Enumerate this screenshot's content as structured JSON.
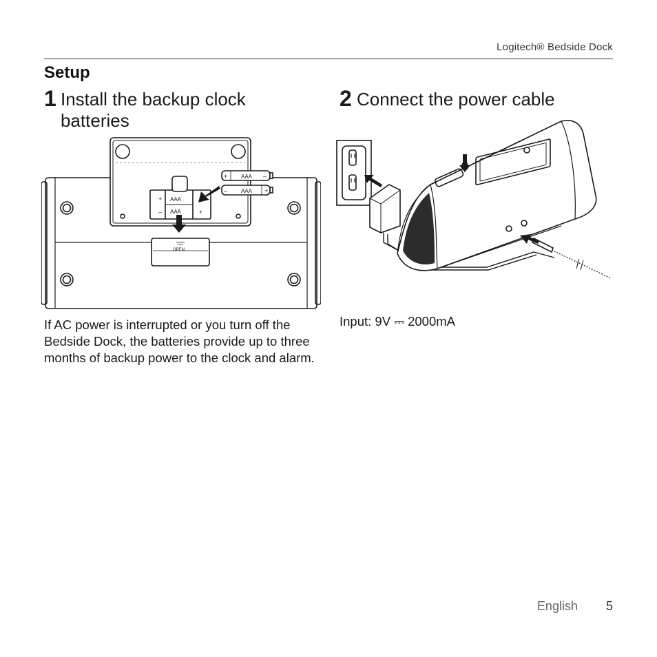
{
  "header": {
    "product_name": "Logitech® Bedside Dock"
  },
  "section": {
    "title": "Setup"
  },
  "step1": {
    "number": "1",
    "title": "Install the backup clock batteries",
    "battery_label": "AAA",
    "door_label": "OPEN",
    "description": "If AC power is interrupted or you turn off the Bedside Dock, the batteries provide up to three months of backup power to the clock and alarm."
  },
  "step2": {
    "number": "2",
    "title": "Connect the power cable",
    "input_spec": "Input: 9V ⎓ 2000mA"
  },
  "footer": {
    "language": "English",
    "page_number": "5"
  }
}
